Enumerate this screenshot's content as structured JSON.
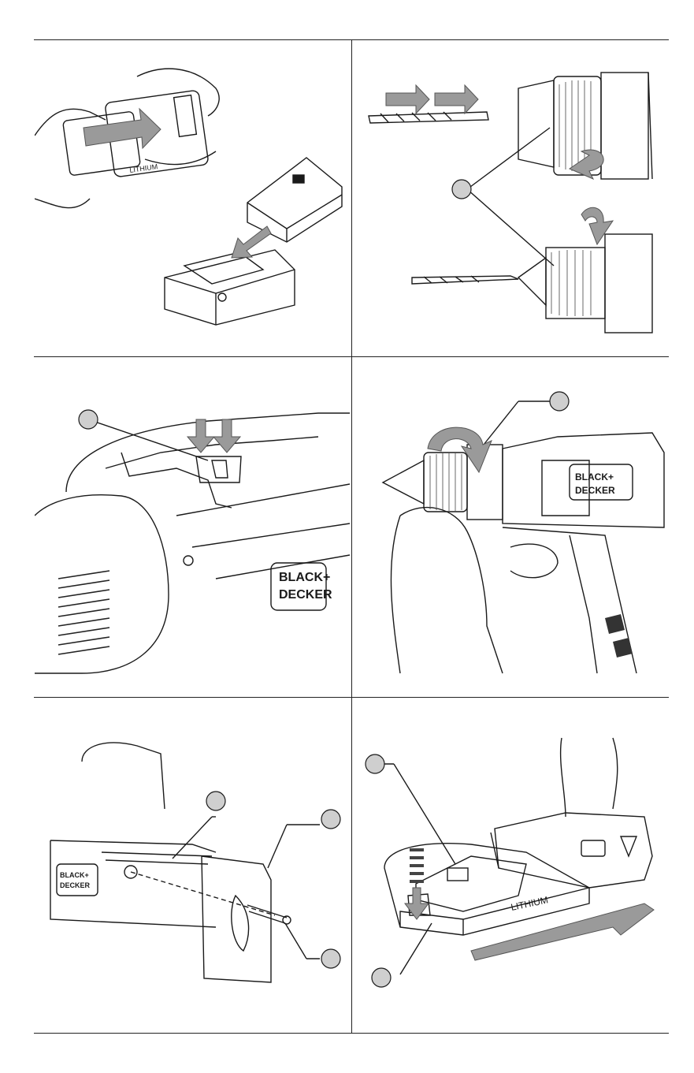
{
  "brand": {
    "line1": "BLACK+",
    "line2": "DECKER"
  },
  "battery_label": "LITHIUM",
  "colors": {
    "line": "#1a1a1a",
    "arrow_fill": "#9a9a9a",
    "arrow_stroke": "#555555",
    "callout_fill": "#cfcfcf"
  },
  "panels": [
    {
      "name": "battery-charging",
      "callouts": 0
    },
    {
      "name": "chuck-bit-insertion",
      "callouts": 1
    },
    {
      "name": "direction-button",
      "callouts": 1
    },
    {
      "name": "chuck-tightening",
      "callouts": 1
    },
    {
      "name": "bit-holder-mounting",
      "callouts": 3
    },
    {
      "name": "battery-insert",
      "callouts": 2
    }
  ]
}
